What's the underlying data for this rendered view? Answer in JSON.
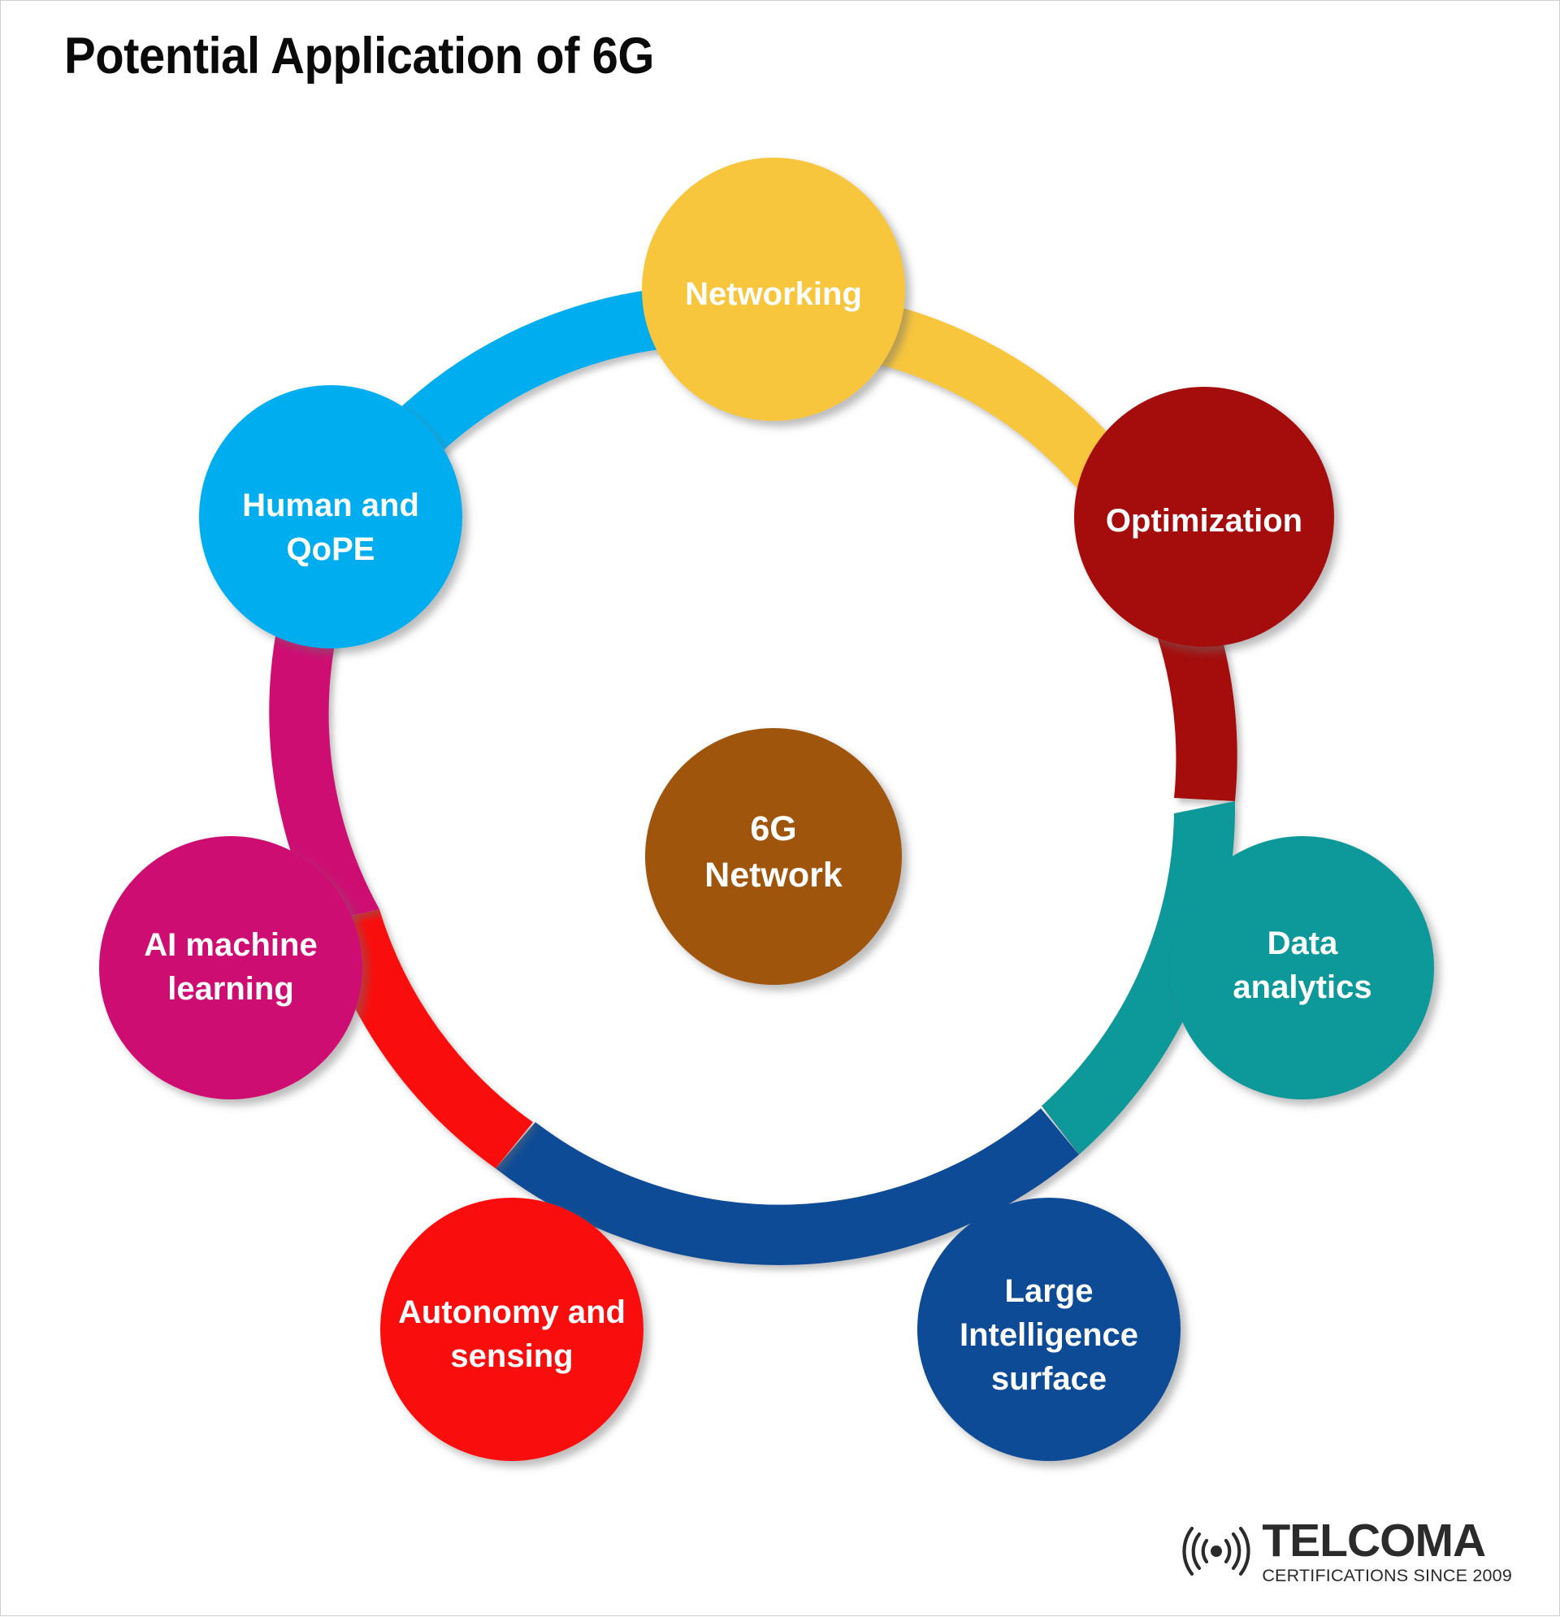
{
  "page": {
    "title": "Potential Application of 6G",
    "background_color": "#ffffff"
  },
  "diagram": {
    "type": "radial-cycle",
    "center": {
      "label_line_1": "6G",
      "label_line_2": "Network",
      "color": "#A0540A"
    },
    "nodes": [
      {
        "id": "networking",
        "label_lines": [
          "Networking"
        ],
        "color": "#F8C63C",
        "angle_deg": -90,
        "position": "top"
      },
      {
        "id": "optimization",
        "label_lines": [
          "Optimization"
        ],
        "color": "#A50A11",
        "angle_deg": -38,
        "position": "upper-right"
      },
      {
        "id": "data-analytics",
        "label_lines": [
          "Data",
          "analytics"
        ],
        "color": "#10989A",
        "angle_deg": 16,
        "position": "right"
      },
      {
        "id": "large-intelligence-surface",
        "label_lines": [
          "Large",
          "Intelligence",
          "surface"
        ],
        "color": "#0B4C96",
        "angle_deg": 66,
        "position": "lower-right"
      },
      {
        "id": "autonomy-and-sensing",
        "label_lines": [
          "Autonomy and",
          "sensing"
        ],
        "color": "#FA0F0F",
        "angle_deg": 114,
        "position": "lower-left"
      },
      {
        "id": "ai-machine-learning",
        "label_lines": [
          "AI machine",
          "learning"
        ],
        "color": "#CE0B72",
        "angle_deg": 164,
        "position": "left"
      },
      {
        "id": "human-and-qope",
        "label_lines": [
          "Human and",
          "QoPE"
        ],
        "color": "#00AEF0",
        "angle_deg": 218,
        "position": "upper-left"
      }
    ]
  },
  "brand": {
    "name": "TELCOMA",
    "tagline": "CERTIFICATIONS SINCE 2009",
    "icon": "radio-wave-icon",
    "color": "#2b2b2b"
  }
}
